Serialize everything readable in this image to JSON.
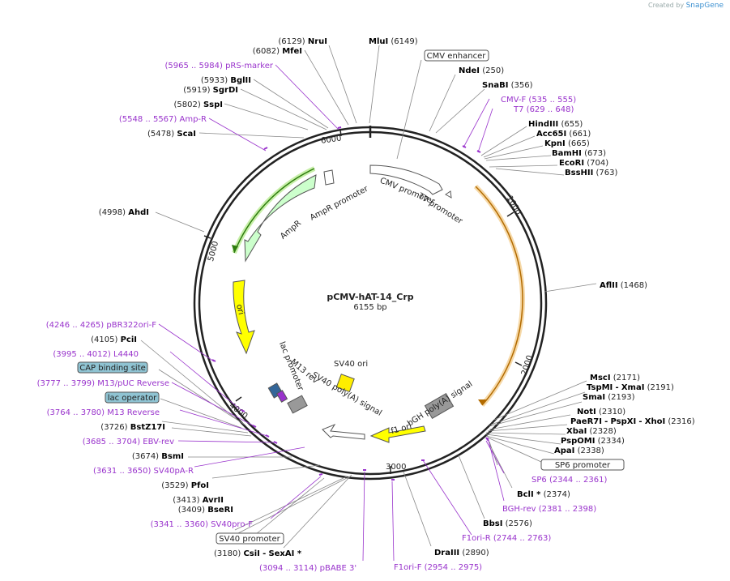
{
  "credit": {
    "prefix": "Created by",
    "brand": "SnapGene"
  },
  "plasmid": {
    "name": "pCMV-hAT-14_Crp",
    "size": "6155 bp"
  },
  "ticks": {
    "t1000": "1000",
    "t2000": "2000",
    "t3000": "3000",
    "t4000": "4000",
    "t5000": "5000",
    "t6000": "6000"
  },
  "features": {
    "cmv_promoter": "CMV promoter",
    "t7_promoter": "T7 promoter",
    "ampr_promoter": "AmpR promoter",
    "ampr": "AmpR",
    "ori": "ori",
    "lac_promoter": "lac promoter",
    "m13_rev": "M13 rev",
    "sv40_ori": "SV40 ori",
    "sv40_polya": "SV40 poly(A) signal",
    "bgh_polya": "bGH poly(A) signal",
    "f1_ori": "f1 ori"
  },
  "boxed": {
    "cmv_enhancer": "CMV enhancer",
    "cap": "CAP binding site",
    "lac_operator": "lac operator",
    "sp6": "SP6 promoter",
    "sv40_promoter": "SV40 promoter"
  },
  "labels": {
    "nrui": {
      "pos": "(6129)",
      "name": "NruI"
    },
    "mfei": {
      "pos": "(6082)",
      "name": "MfeI"
    },
    "mlui": {
      "name": "MluI",
      "pos": "(6149)"
    },
    "prs": {
      "pos": "(5965 .. 5984)",
      "name": "pRS-marker"
    },
    "bglii": {
      "pos": "(5933)",
      "name": "BglII"
    },
    "sgrdi": {
      "pos": "(5919)",
      "name": "SgrDI"
    },
    "sspi": {
      "pos": "(5802)",
      "name": "SspI"
    },
    "ampr_primer": {
      "pos": "(5548 .. 5567)",
      "name": "Amp-R"
    },
    "scai": {
      "pos": "(5478)",
      "name": "ScaI"
    },
    "ahdi": {
      "pos": "(4998)",
      "name": "AhdI"
    },
    "ndei": {
      "name": "NdeI",
      "pos": "(250)"
    },
    "snabi": {
      "name": "SnaBI",
      "pos": "(356)"
    },
    "cmvf": {
      "name": "CMV-F",
      "pos": "(535 .. 555)"
    },
    "t7": {
      "name": "T7",
      "pos": "(629 .. 648)"
    },
    "hindiii": {
      "name": "HindIII",
      "pos": "(655)"
    },
    "acc65i": {
      "name": "Acc65I",
      "pos": "(661)"
    },
    "kpni": {
      "name": "KpnI",
      "pos": "(665)"
    },
    "bamhi": {
      "name": "BamHI",
      "pos": "(673)"
    },
    "ecori": {
      "name": "EcoRI",
      "pos": "(704)"
    },
    "bsshii": {
      "name": "BssHII",
      "pos": "(763)"
    },
    "aflii": {
      "name": "AflII",
      "pos": "(1468)"
    },
    "msci": {
      "name": "MscI",
      "pos": "(2171)"
    },
    "tspmi": {
      "name": "TspMI",
      "sep": "-",
      "name2": "XmaI",
      "pos": "(2191)"
    },
    "smai": {
      "name": "SmaI",
      "pos": "(2193)"
    },
    "noti": {
      "name": "NotI",
      "pos": "(2310)"
    },
    "paer7i": {
      "name": "PaeR7I",
      "sep": "-",
      "name2": "PspXI",
      "sep2": "-",
      "name3": "XhoI",
      "pos": "(2316)"
    },
    "xbai": {
      "name": "XbaI",
      "pos": "(2328)"
    },
    "pspomi": {
      "name": "PspOMI",
      "pos": "(2334)"
    },
    "apai": {
      "name": "ApaI",
      "pos": "(2338)"
    },
    "sp6": {
      "name": "SP6",
      "pos": "(2344 .. 2361)"
    },
    "bcli": {
      "name": "BclI *",
      "pos": "(2374)"
    },
    "bghrev": {
      "name": "BGH-rev",
      "pos": "(2381 .. 2398)"
    },
    "bbsi": {
      "name": "BbsI",
      "pos": "(2576)"
    },
    "f1orir": {
      "name": "F1ori-R",
      "pos": "(2744 .. 2763)"
    },
    "draiii": {
      "name": "DraIII",
      "pos": "(2890)"
    },
    "f1orif": {
      "name": "F1ori-F",
      "pos": "(2954 .. 2975)"
    },
    "pbabe": {
      "pos": "(3094 .. 3114)",
      "name": "pBABE 3'"
    },
    "csii": {
      "pos": "(3180)",
      "name": "CsiI",
      "sep": "-",
      "name2": "SexAI *"
    },
    "sv40prof": {
      "pos": "(3341 .. 3360)",
      "name": "SV40pro-F"
    },
    "bseri": {
      "pos": "(3409)",
      "name": "BseRI"
    },
    "avrii": {
      "pos": "(3413)",
      "name": "AvrII"
    },
    "pfoi": {
      "pos": "(3529)",
      "name": "PfoI"
    },
    "sv40par": {
      "pos": "(3631 .. 3650)",
      "name": "SV40pA-R"
    },
    "bsmi": {
      "pos": "(3674)",
      "name": "BsmI"
    },
    "ebvrev": {
      "pos": "(3685 .. 3704)",
      "name": "EBV-rev"
    },
    "bstz17i": {
      "pos": "(3726)",
      "name": "BstZ17I"
    },
    "m13reverse": {
      "pos": "(3764 .. 3780)",
      "name": "M13 Reverse"
    },
    "m13puc": {
      "pos": "(3777 .. 3799)",
      "name": "M13/pUC Reverse"
    },
    "l4440": {
      "pos": "(3995 .. 4012)",
      "name": "L4440"
    },
    "pcii": {
      "pos": "(4105)",
      "name": "PciI"
    },
    "pbr322": {
      "pos": "(4246 .. 4265)",
      "name": "pBR322ori-F"
    }
  },
  "colors": {
    "purple": "#9933CC",
    "ampr": "#CCFFCC",
    "ori": "#FFFF00",
    "orange_arc": "#E8A33A",
    "green_arc": "#33AA33",
    "box_fill": "#8FC3D2"
  }
}
